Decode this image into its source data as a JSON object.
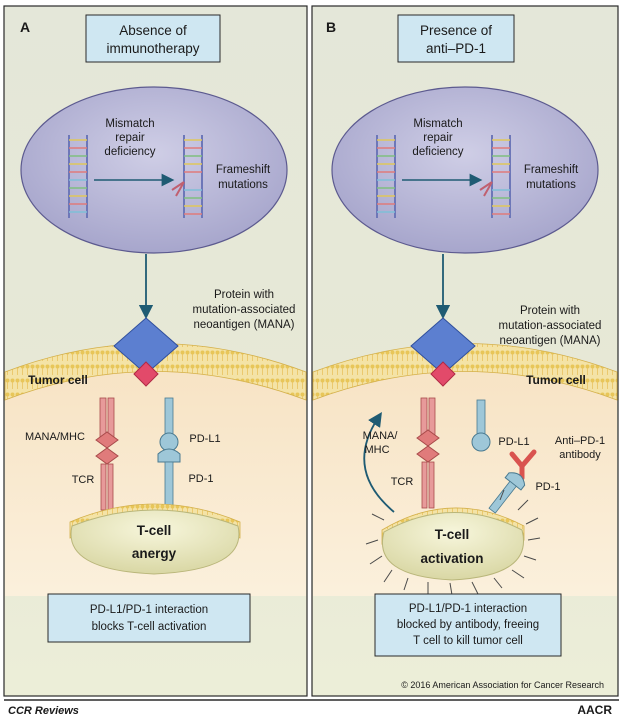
{
  "panel_a": {
    "letter": "A",
    "title_line1": "Absence of",
    "title_line2": "immunotherapy",
    "mismatch_line1": "Mismatch",
    "mismatch_line2": "repair",
    "mismatch_line3": "deficiency",
    "frameshift_line1": "Frameshift",
    "frameshift_line2": "mutations",
    "protein_line1": "Protein with",
    "protein_line2": "mutation-associated",
    "protein_line3": "neoantigen (MANA)",
    "tumor_cell": "Tumor cell",
    "mana_mhc": "MANA/MHC",
    "pdl1": "PD-L1",
    "tcr": "TCR",
    "pd1": "PD-1",
    "tcell_line1": "T-cell",
    "tcell_line2": "anergy",
    "caption_line1": "PD-L1/PD-1 interaction",
    "caption_line2": "blocks T-cell activation"
  },
  "panel_b": {
    "letter": "B",
    "title_line1": "Presence of",
    "title_line2": "anti–PD-1",
    "mismatch_line1": "Mismatch",
    "mismatch_line2": "repair",
    "mismatch_line3": "deficiency",
    "frameshift_line1": "Frameshift",
    "frameshift_line2": "mutations",
    "protein_line1": "Protein with",
    "protein_line2": "mutation-associated",
    "protein_line3": "neoantigen (MANA)",
    "tumor_cell": "Tumor cell",
    "mana_line1": "MANA/",
    "mana_line2": "MHC",
    "pdl1": "PD-L1",
    "antibody_line1": "Anti–PD-1",
    "antibody_line2": "antibody",
    "tcr": "TCR",
    "pd1": "PD-1",
    "tcell_line1": "T-cell",
    "tcell_line2": "activation",
    "caption_line1": "PD-L1/PD-1 interaction",
    "caption_line2": "blocked by antibody, freeing",
    "caption_line3": "T cell to kill tumor cell"
  },
  "copyright": "© 2016 American Association for Cancer Research",
  "footer_left": "CCR Reviews",
  "footer_right": "AACR",
  "colors": {
    "border": "#2a2a2a",
    "panel_bg": "#e3e6d7",
    "title_box": "#cfe7f2",
    "nucleus": "#b7b6d6",
    "arrow": "#1f5b73",
    "membrane": "#f2dc8e",
    "diamond_blue": "#5c7fd0",
    "diamond_pink": "#e24a6a",
    "receptor_pink": "#e79a9a",
    "receptor_blue": "#9ec7d8",
    "antibody_red": "#d9534f",
    "tcell": "#ecebc3"
  }
}
